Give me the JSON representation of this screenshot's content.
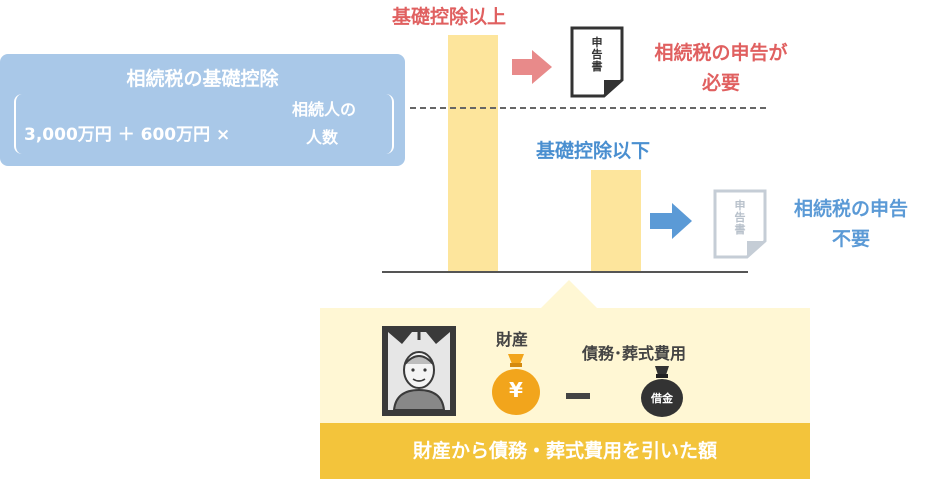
{
  "formula": {
    "title": "相続税の基礎控除",
    "expression": "3,000万円 ＋ 600万円 ×",
    "multiplier_line1": "相続人の",
    "multiplier_line2": "人数"
  },
  "above": {
    "label": "基礎控除以上",
    "result_line1": "相続税の申告が",
    "result_line2": "必要",
    "color": "#e06060"
  },
  "below": {
    "label": "基礎控除以下",
    "result_line1": "相続税の申告",
    "result_line2": "不要",
    "color": "#5b9ad6"
  },
  "document": {
    "line1": "申",
    "line2": "告",
    "line3": "書"
  },
  "bottom": {
    "assets_label": "財産",
    "yen_symbol": "¥",
    "debts_label": "債務･葬式費用",
    "debt_bag_label": "借金",
    "banner": "財産から債務・葬式費用を引いた額"
  }
}
